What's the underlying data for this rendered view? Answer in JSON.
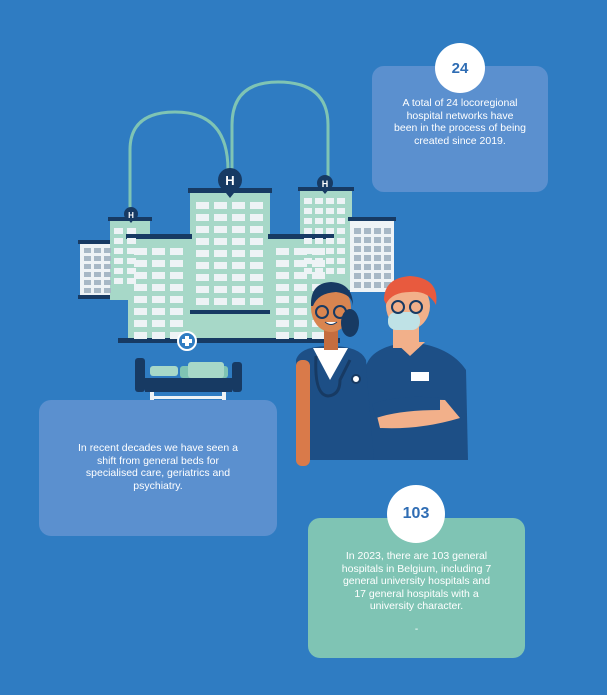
{
  "networks": {
    "number": "24",
    "text": "A total of 24 locoregional hospital networks have been in the process of being created since 2019."
  },
  "beds": {
    "text": "In recent decades we have seen a shift from general beds for specialised care, geriatrics and psychiatry."
  },
  "hospitals": {
    "number": "103",
    "text": "In 2023, there are 103 general hospitals in Belgium, including 7 general university hospitals and 17 general hospitals with a university character.",
    "note": "-"
  },
  "colors": {
    "background": "#2f7cc2",
    "card_blue": "#5b90cf",
    "card_green": "#7fc4b4",
    "building": "#a7d8c8",
    "navy": "#173a63"
  },
  "icons": [
    "hospital-pin-icon",
    "medical-cross-icon",
    "stethoscope-icon"
  ]
}
